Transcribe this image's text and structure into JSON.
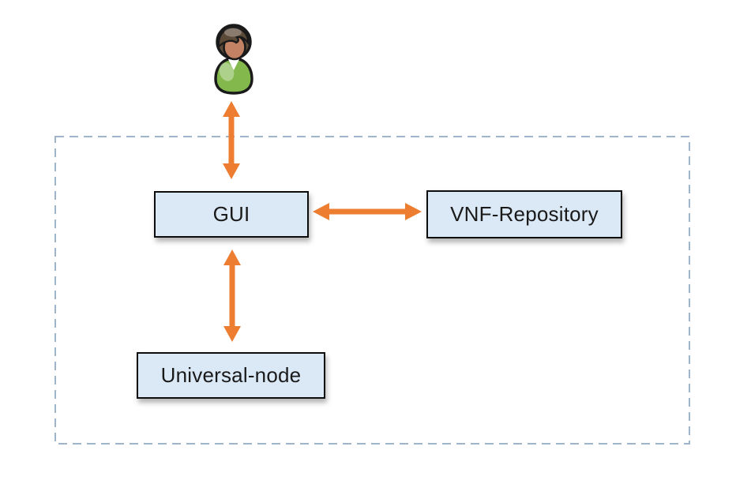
{
  "diagram": {
    "kind": "architecture-diagram",
    "actor": {
      "icon": "person-icon"
    },
    "nodes": [
      {
        "id": "gui",
        "label": "GUI"
      },
      {
        "id": "vnf_repository",
        "label": "VNF-Repository"
      },
      {
        "id": "universal_node",
        "label": "Universal-node"
      }
    ],
    "edges": [
      {
        "from": "user",
        "to": "gui",
        "bidirectional": true
      },
      {
        "from": "gui",
        "to": "vnf_repository",
        "bidirectional": true
      },
      {
        "from": "gui",
        "to": "universal_node",
        "bidirectional": true
      }
    ],
    "colors": {
      "arrow": "#ED7D31",
      "node_fill": "#DBE9F6",
      "node_border": "#0D0D0D",
      "boundary": "#9FB5C9",
      "background": "#FFFFFF",
      "person_hair": "#5C4A38",
      "person_hair_light": "#8A7457",
      "person_skin": "#C28263",
      "person_shirt": "#82B84C"
    }
  }
}
